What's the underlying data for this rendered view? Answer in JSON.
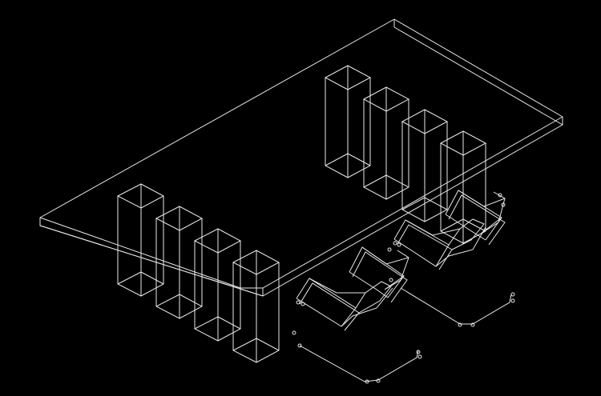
{
  "scene": {
    "background_color": "#000000",
    "line_color": "#e8e8e8",
    "render_mode": "wireframe",
    "projection": "isometric",
    "objects": {
      "table": 1,
      "pillars": 8,
      "chairs": 4
    }
  }
}
